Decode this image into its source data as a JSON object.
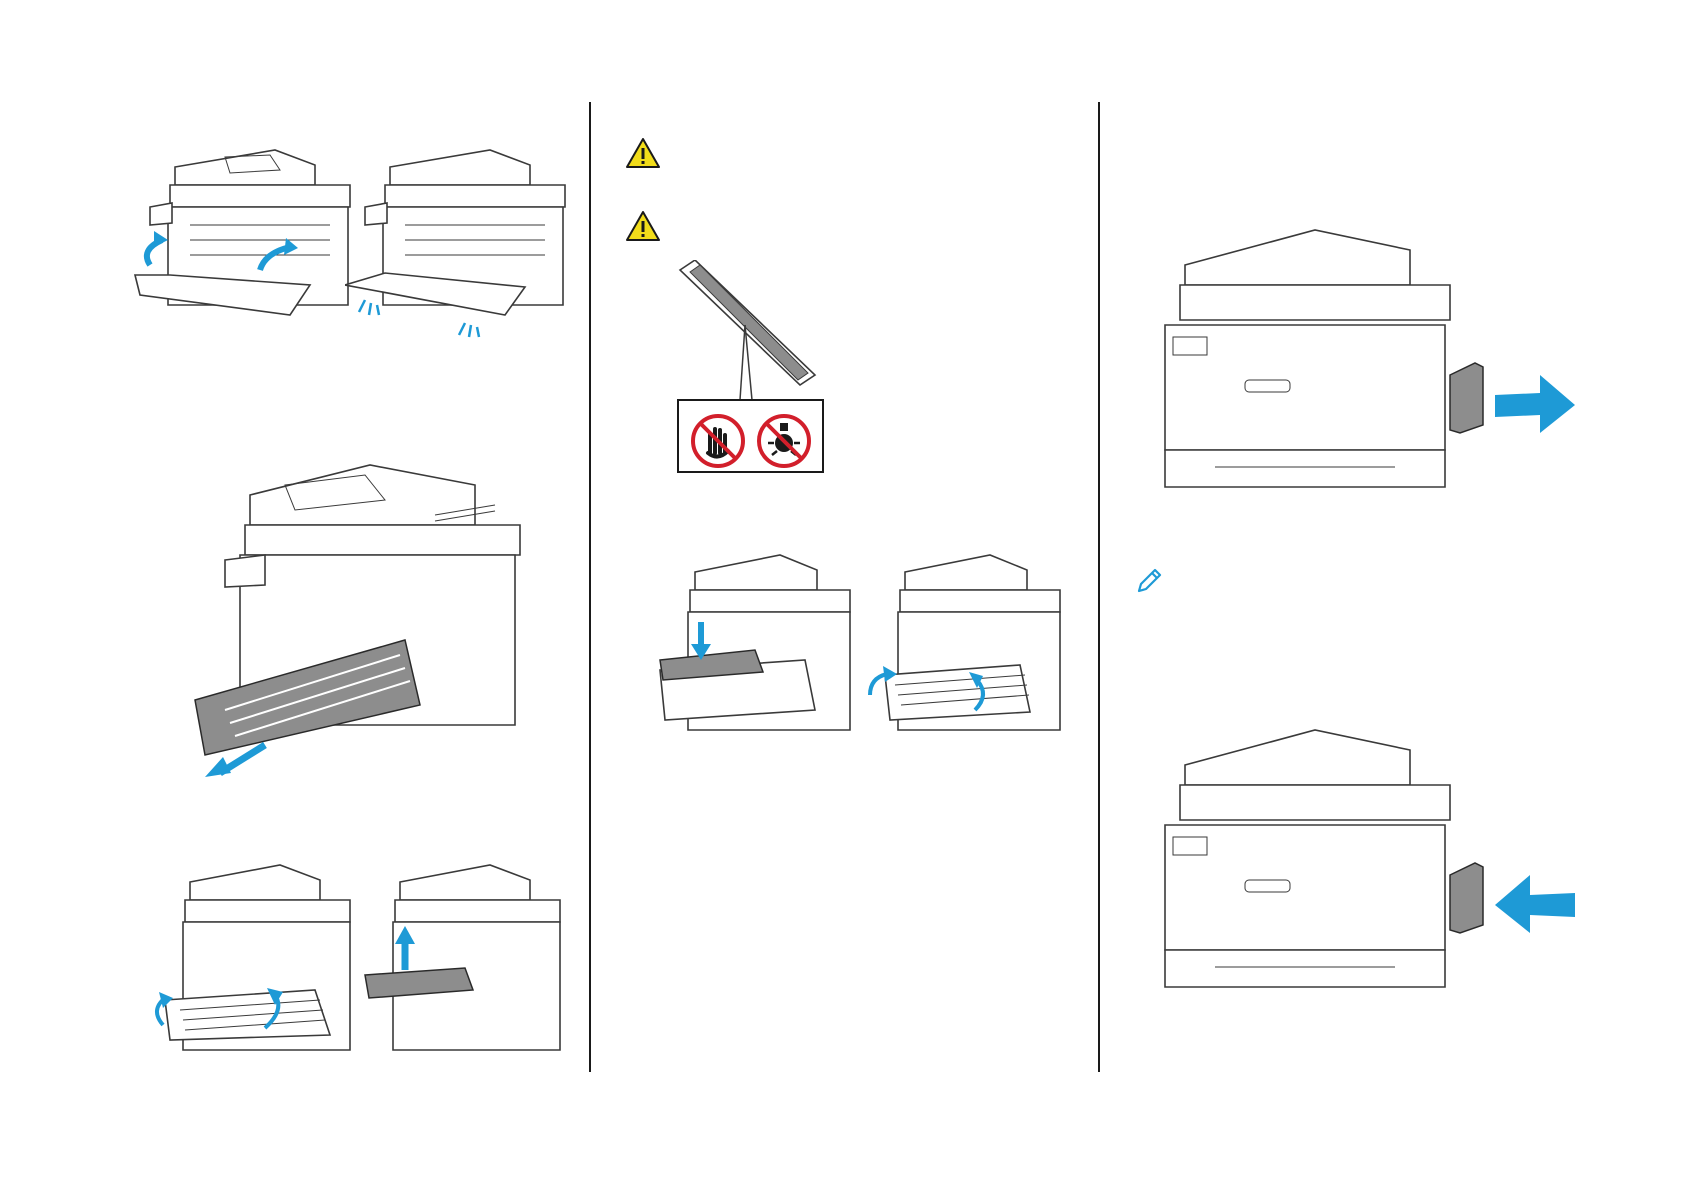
{
  "colors": {
    "ink": "#3a3a3a",
    "arrow": "#1e9ad6",
    "warning_fill": "#f2dd1b",
    "prohibit_red": "#d21f2b",
    "body_fill": "#ffffff",
    "cartridge_fill": "#8d8d8d"
  },
  "icons": [
    "warning-icon",
    "warning-icon",
    "no-touch-icon",
    "no-light-icon",
    "pencil-note-icon"
  ],
  "panels": [
    {
      "name": "open-front-door",
      "arrows": 2
    },
    {
      "name": "pull-out-tray",
      "arrows": 1
    },
    {
      "name": "remove-cartridge",
      "arrows": 3
    },
    {
      "name": "insert-cartridge",
      "arrows": 3
    },
    {
      "name": "remove-waste-bottle",
      "arrows": 1
    },
    {
      "name": "insert-waste-bottle",
      "arrows": 1
    }
  ]
}
